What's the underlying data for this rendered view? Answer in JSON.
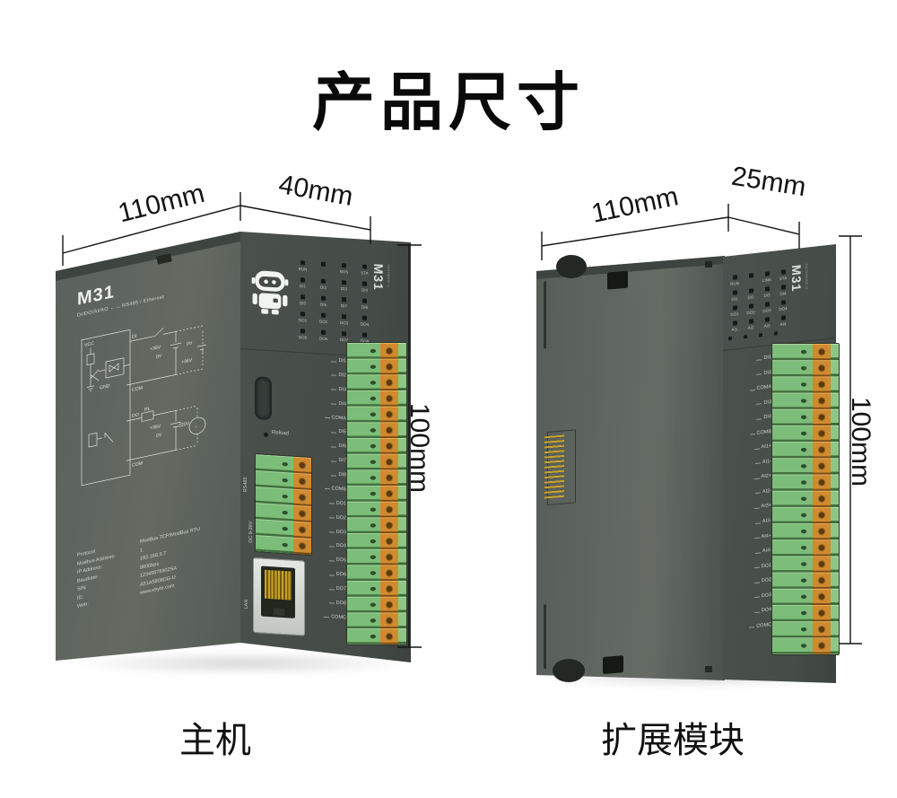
{
  "page": {
    "title": "产品尺寸"
  },
  "captions": {
    "host": "主机",
    "expansion": "扩展模块"
  },
  "dimensions": {
    "host": {
      "width": "110mm",
      "depth": "40mm",
      "height": "100mm"
    },
    "expansion": {
      "width": "110mm",
      "depth": "25mm",
      "height": "100mm"
    }
  },
  "host": {
    "brand": "M31",
    "brand_sub": "DI/DO/AI/AO ←→ RS485 / Ethernet",
    "model": "M31",
    "model_sub": "4AX4881G-U",
    "leds": [
      "RUN",
      "",
      "BUS",
      "STA",
      "DI1",
      "DI2",
      "DI3",
      "DI4",
      "DI5",
      "DI6",
      "DI7",
      "DI8",
      "DO1",
      "DO2",
      "DO3",
      "DO4",
      "DO5",
      "DO6",
      "DO7",
      "DO8"
    ],
    "ports": {
      "reload": "Reload",
      "rs485": "RS485",
      "power": "DC 9-36V",
      "lan": "LAN"
    },
    "terminals": [
      "DI1",
      "DI2",
      "DI3",
      "DI4",
      "COMA",
      "DI5",
      "DI6",
      "DI7",
      "DI8",
      "COMB",
      "DO1",
      "DO2",
      "DO3",
      "DO4",
      "DO5",
      "DO6",
      "DO7",
      "DO8",
      "COMC"
    ],
    "schematic": {
      "vcc": "VCC",
      "gnd": "GND",
      "di": "DI",
      "com1": "COM",
      "v36a": "+36V",
      "v0a": "0V",
      "v0b": "0V",
      "v36b": "+36V",
      "do": "DO",
      "rl": "RL",
      "v36c": "+36V",
      "v0c": "0V",
      "ac": "220V",
      "tilde": "~",
      "com2": "COM"
    },
    "info_labels": [
      "Protocol:",
      "Modbus Address:",
      "IP Address:",
      "Baudrate:",
      "S/N:",
      "ID:",
      "Web:"
    ],
    "info_values": [
      "ModBus TCP/ModBus RTU",
      "1",
      "192.168.3.7",
      "9600bps",
      "12345678902SA",
      "A51A5808DG-U",
      "www.ebyte.com"
    ]
  },
  "expansion": {
    "model": "M31",
    "model_sub": "GA7A5846D-U",
    "leds": [
      "RUN",
      "",
      "LINK",
      "STA",
      "DI1",
      "DI2",
      "DI3",
      "DI4",
      "DO1",
      "DO2",
      "DO3",
      "DO4",
      "AI1",
      "AI2",
      "AI3",
      "AI4"
    ],
    "terminals": [
      "DI1",
      "DI2",
      "COMA",
      "DI3",
      "DI4",
      "COMB",
      "AI1+",
      "AI1-",
      "AI2+",
      "AI2-",
      "AI3+",
      "AI3-",
      "AI4+",
      "AI4-",
      "DO1",
      "DO2",
      "DO3",
      "DO4",
      "COMC"
    ]
  },
  "colors": {
    "terminal_green": "#7cbd79",
    "terminal_orange": "#d08a30",
    "body_gray": "#5e645f",
    "panel_dark": "#494f4b",
    "dimension_line": "#141414"
  }
}
